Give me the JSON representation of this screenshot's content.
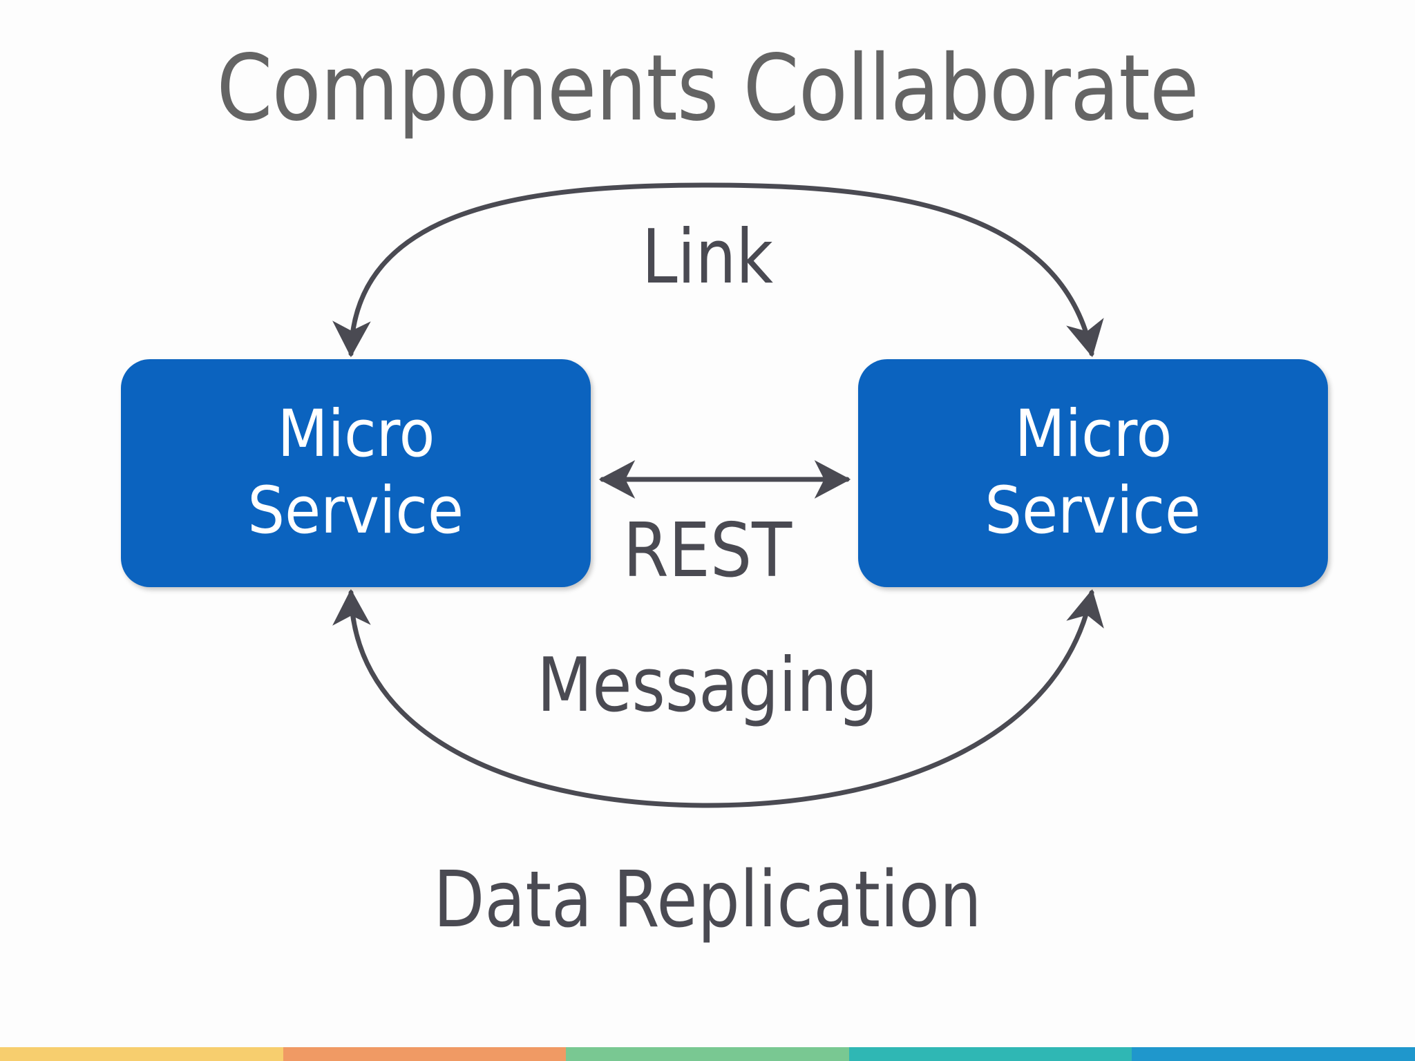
{
  "slide": {
    "title": "Components Collaborate",
    "background_color": "#fdfdfd",
    "title_color": "#646464"
  },
  "diagram": {
    "type": "component-collaboration",
    "accent_color": "#0B63BF",
    "line_color": "#4A4A52",
    "nodes": [
      {
        "id": "service-left",
        "line1": "Micro",
        "line2": "Service",
        "fill": "#0B63BF",
        "text_color": "#ffffff"
      },
      {
        "id": "service-right",
        "line1": "Micro",
        "line2": "Service",
        "fill": "#0B63BF",
        "text_color": "#ffffff"
      }
    ],
    "connectors": [
      {
        "id": "link-arc",
        "label": "Link",
        "shape": "arc-above",
        "direction": "both",
        "arrowheads": "down-into-both-boxes"
      },
      {
        "id": "rest-arrow",
        "label": "REST",
        "shape": "straight-horizontal",
        "direction": "bidirectional",
        "arrowheads": "left-and-right"
      },
      {
        "id": "messaging-arc",
        "label": "Messaging",
        "shape": "arc-below",
        "direction": "both",
        "arrowheads": "up-into-both-boxes"
      }
    ],
    "caption": "Data Replication"
  },
  "bottom_bar": {
    "stripes": [
      {
        "name": "stripe-yellow",
        "color": "#F7CE6E"
      },
      {
        "name": "stripe-orange",
        "color": "#F09A64"
      },
      {
        "name": "stripe-green",
        "color": "#79C892"
      },
      {
        "name": "stripe-teal",
        "color": "#2FB7B4"
      },
      {
        "name": "stripe-blue",
        "color": "#1F97CC"
      }
    ]
  }
}
